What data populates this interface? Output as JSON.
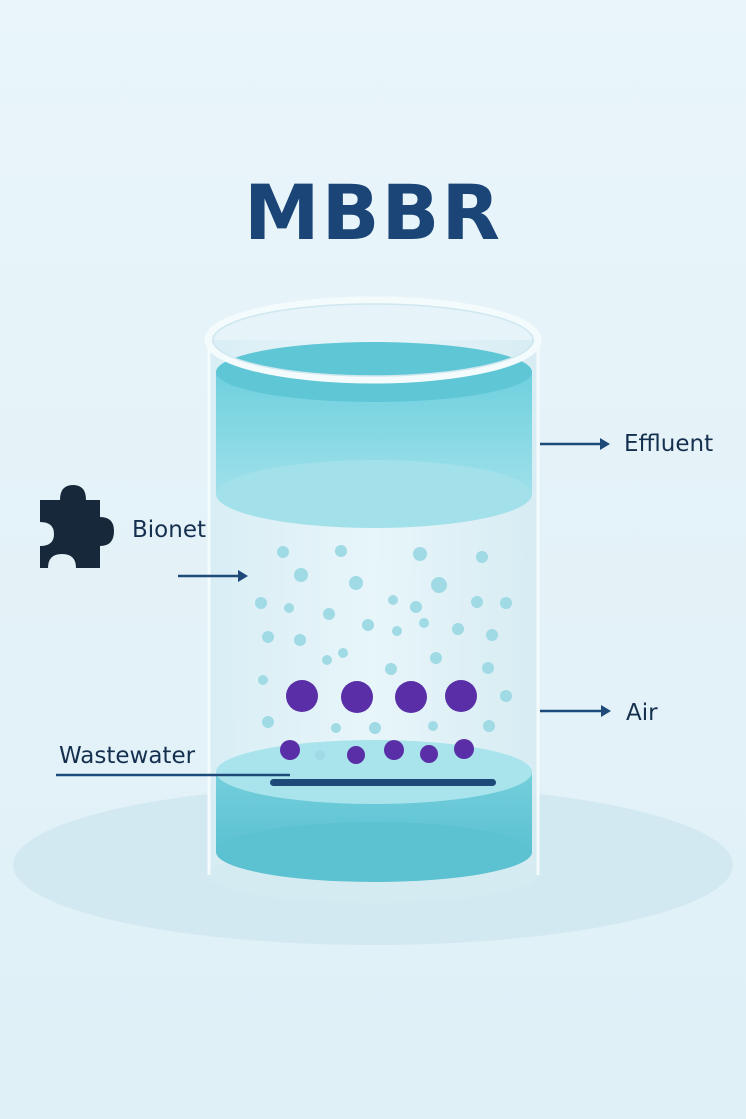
{
  "title": "MBBR",
  "labels": {
    "effluent": "Effluent",
    "bionet": "Bionet",
    "air": "Air",
    "wastewater": "Wastewater"
  },
  "icons": {
    "media": "puzzle-piece-icon"
  },
  "colors": {
    "title": "#1b4577",
    "label_text": "#15304f",
    "arrow": "#1d4a78",
    "water_top": "#6fd0de",
    "water_bottom": "#74cfdc",
    "bubble": "#9fdae5",
    "carrier_media": "#5a2ea6",
    "bionet_piece": "#16283a",
    "diffuser_bar": "#1d4a78"
  }
}
